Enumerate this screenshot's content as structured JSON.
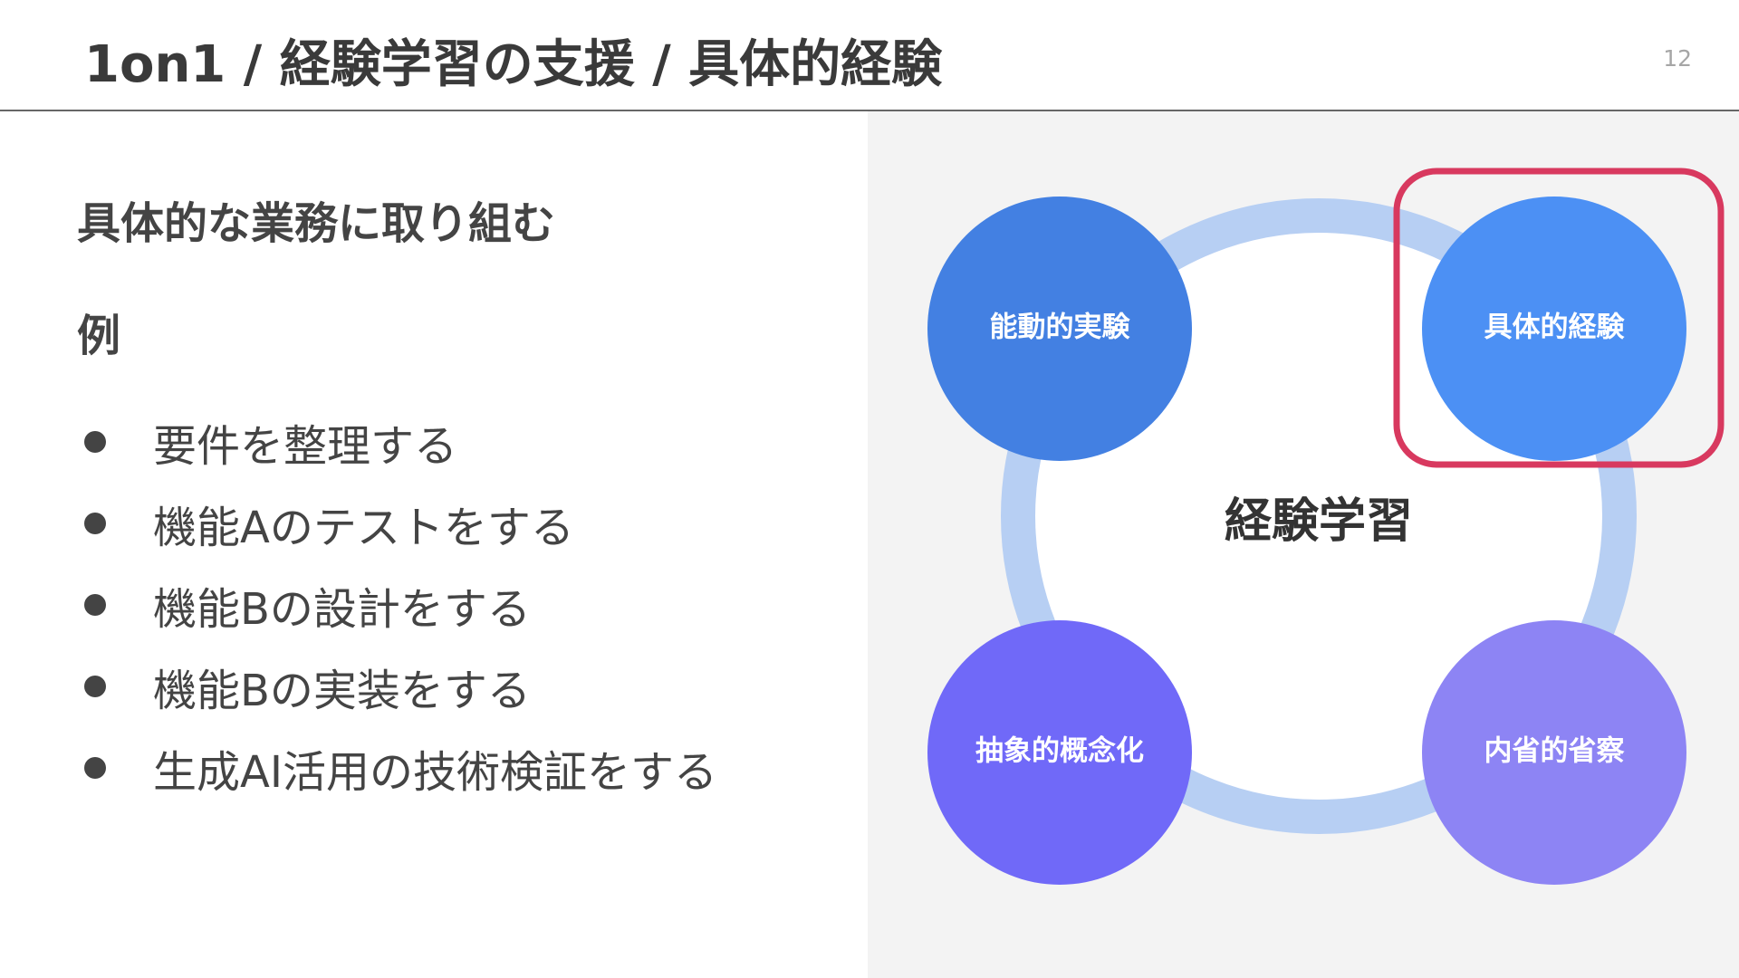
{
  "header": {
    "title": "1on1 / 経験学習の支援 / 具体的経験",
    "page_number": "12"
  },
  "left": {
    "heading": "具体的な業務に取り組む",
    "example_label": "例",
    "bullets": [
      "要件を整理する",
      "機能Aのテストをする",
      "機能Bの設計をする",
      "機能Bの実装をする",
      "生成AI活用の技術検証をする"
    ]
  },
  "diagram": {
    "center_label": "経験学習",
    "nodes": [
      {
        "label": "能動的実験",
        "color": "#4380e2"
      },
      {
        "label": "具体的経験",
        "color": "#4c90f4",
        "highlighted": true
      },
      {
        "label": "抽象的概念化",
        "color": "#7069f8"
      },
      {
        "label": "内省的省察",
        "color": "#8d84f4"
      }
    ],
    "ring_color": "#b7cff3",
    "highlight_color": "#d8395f"
  }
}
